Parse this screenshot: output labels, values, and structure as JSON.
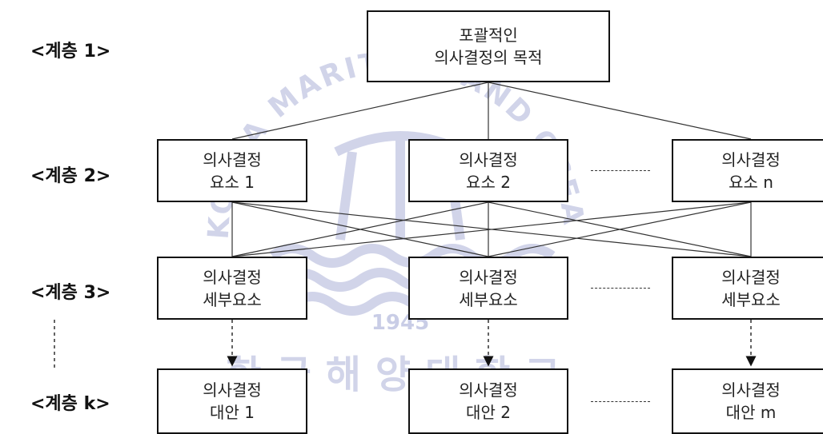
{
  "levels": [
    {
      "label": "<계층 1>"
    },
    {
      "label": "<계층 2>"
    },
    {
      "label": "<계층 3>"
    },
    {
      "label": "<계층 k>"
    }
  ],
  "goal": {
    "line1": "포괄적인",
    "line2": "의사결정의 목적"
  },
  "criteria": [
    {
      "line1": "의사결정",
      "line2": "요소 1"
    },
    {
      "line1": "의사결정",
      "line2": "요소 2"
    },
    {
      "line1": "의사결정",
      "line2": "요소 n"
    }
  ],
  "subcriteria": [
    {
      "line1": "의사결정",
      "line2": "세부요소"
    },
    {
      "line1": "의사결정",
      "line2": "세부요소"
    },
    {
      "line1": "의사결정",
      "line2": "세부요소"
    }
  ],
  "alternatives": [
    {
      "line1": "의사결정",
      "line2": "대안 1"
    },
    {
      "line1": "의사결정",
      "line2": "대안 2"
    },
    {
      "line1": "의사결정",
      "line2": "대안 m"
    }
  ],
  "watermark": {
    "arc_text": "KOREA MARITIME AND OCEAN UNIVERSITY",
    "year": "1945",
    "korean": "한국해양대학교",
    "color": "#c9cde6"
  }
}
